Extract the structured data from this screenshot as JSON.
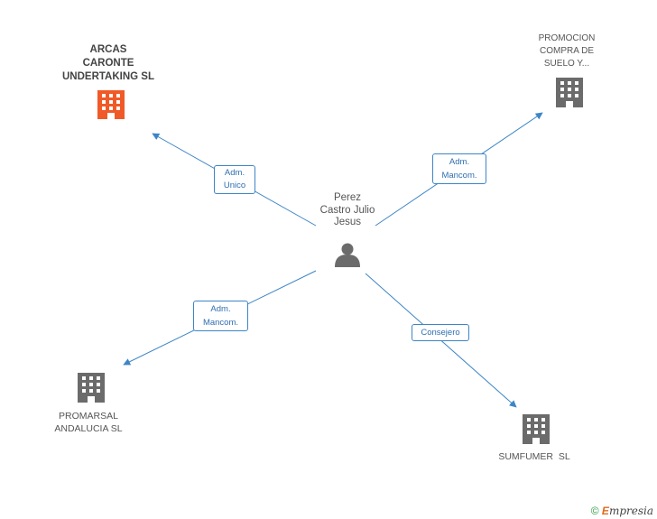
{
  "center": {
    "name": "Perez\nCastro Julio\nJesus",
    "icon": "person-icon"
  },
  "companies": [
    {
      "id": "arcas",
      "name": "ARCAS\nCARONTE\nUNDERTAKING SL",
      "icon": "building-icon",
      "color": "#f05a28"
    },
    {
      "id": "promocion",
      "name": "PROMOCION\nCOMPRA DE\nSUELO Y...",
      "icon": "building-icon",
      "color": "#6b6b6b"
    },
    {
      "id": "promarsal",
      "name": "PROMARSAL\nANDALUCIA SL",
      "icon": "building-icon",
      "color": "#6b6b6b"
    },
    {
      "id": "sumfumer",
      "name": "SUMFUMER  SL",
      "icon": "building-icon",
      "color": "#6b6b6b"
    }
  ],
  "relations": [
    {
      "to": "arcas",
      "label": "Adm.\nUnico"
    },
    {
      "to": "promocion",
      "label": "Adm.\nMancom."
    },
    {
      "to": "promarsal",
      "label": "Adm.\nMancom."
    },
    {
      "to": "sumfumer",
      "label": "Consejero"
    }
  ],
  "footer": {
    "copyright": "©",
    "brand_initial": "E",
    "brand_rest": "mpresia"
  },
  "colors": {
    "edge": "#3d85c6",
    "accent": "#f05a28",
    "node": "#6b6b6b"
  }
}
